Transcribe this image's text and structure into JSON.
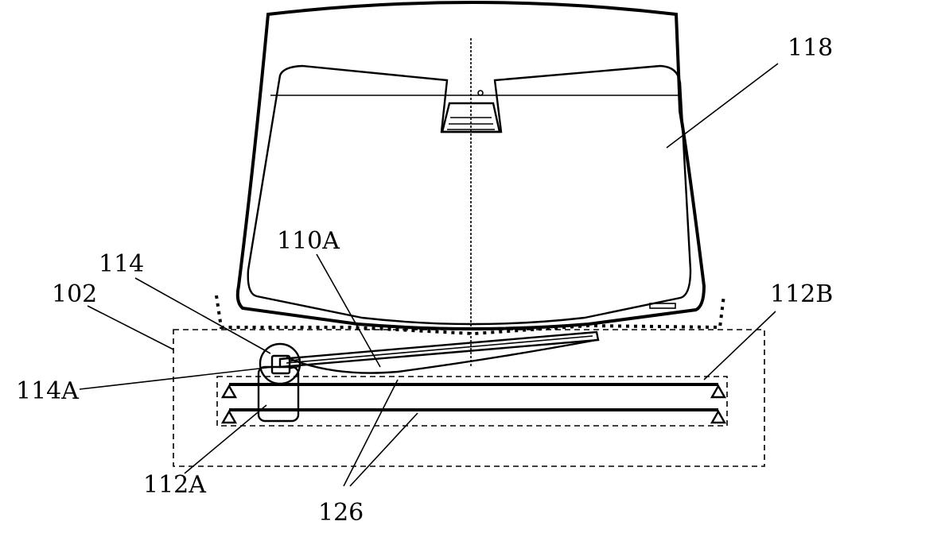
{
  "labels": {
    "windshield": "118",
    "wiper_blade": "110A",
    "pivot": "114",
    "pivot_inner": "114A",
    "housing": "102",
    "rail_right": "112B",
    "motor": "112A",
    "rails": "126"
  },
  "colors": {
    "stroke": "#000000",
    "background": "#ffffff"
  }
}
